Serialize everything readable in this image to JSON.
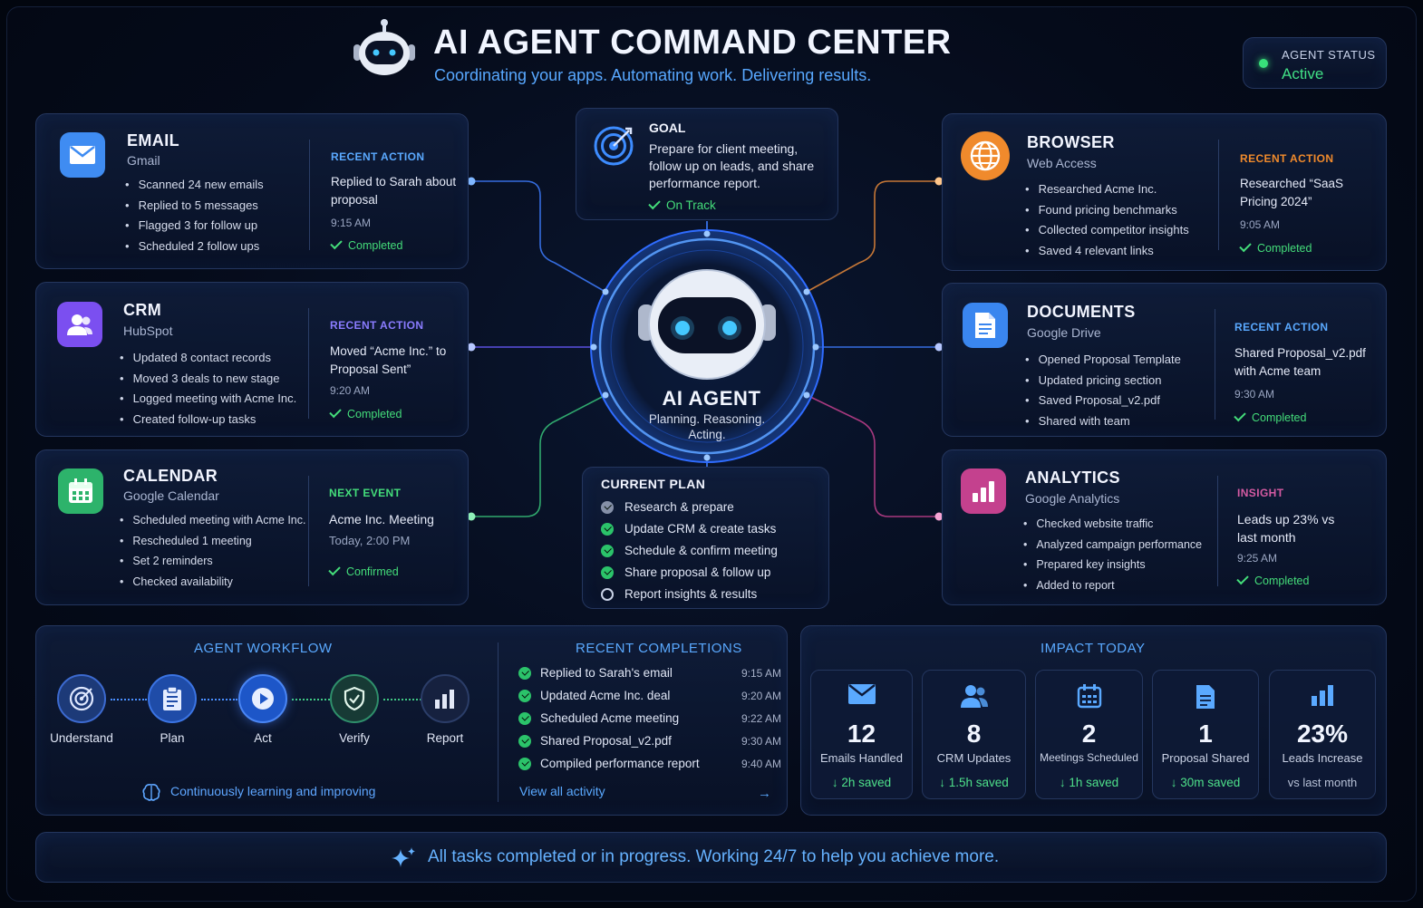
{
  "header": {
    "title": "AI AGENT COMMAND CENTER",
    "subtitle": "Coordinating your apps. Automating work. Delivering results.",
    "status_label": "AGENT STATUS",
    "status_value": "Active"
  },
  "goal": {
    "title": "GOAL",
    "text": "Prepare for client meeting, follow up on leads, and share performance report.",
    "status": "On Track"
  },
  "agent": {
    "title": "AI AGENT",
    "subtitle": "Planning. Reasoning. Acting."
  },
  "email": {
    "name": "EMAIL",
    "sub": "Gmail",
    "items": [
      "Scanned 24 new emails",
      "Replied to 5 messages",
      "Flagged 3 for follow up",
      "Scheduled 2 follow ups"
    ],
    "action_label": "RECENT ACTION",
    "action_text": "Replied to Sarah about proposal",
    "action_time": "9:15 AM",
    "action_status": "Completed"
  },
  "crm": {
    "name": "CRM",
    "sub": "HubSpot",
    "items": [
      "Updated 8 contact records",
      "Moved 3 deals to new stage",
      "Logged meeting with Acme Inc.",
      "Created follow-up tasks"
    ],
    "action_label": "RECENT ACTION",
    "action_text": "Moved “Acme Inc.” to Proposal Sent”",
    "action_time": "9:20 AM",
    "action_status": "Completed"
  },
  "calendar": {
    "name": "CALENDAR",
    "sub": "Google Calendar",
    "items": [
      "Scheduled meeting with Acme Inc.",
      "Rescheduled 1 meeting",
      "Set 2 reminders",
      "Checked availability"
    ],
    "action_label": "NEXT EVENT",
    "action_text": "Acme Inc. Meeting",
    "action_time": "Today, 2:00 PM",
    "action_status": "Confirmed"
  },
  "browser": {
    "name": "BROWSER",
    "sub": "Web Access",
    "items": [
      "Researched Acme Inc.",
      "Found pricing benchmarks",
      "Collected competitor insights",
      "Saved 4 relevant links"
    ],
    "action_label": "RECENT ACTION",
    "action_text": "Researched “SaaS Pricing 2024”",
    "action_time": "9:05 AM",
    "action_status": "Completed"
  },
  "documents": {
    "name": "DOCUMENTS",
    "sub": "Google Drive",
    "items": [
      "Opened Proposal Template",
      "Updated pricing section",
      "Saved Proposal_v2.pdf",
      "Shared with team"
    ],
    "action_label": "RECENT ACTION",
    "action_text": "Shared Proposal_v2.pdf with Acme team",
    "action_time": "9:30 AM",
    "action_status": "Completed"
  },
  "analytics": {
    "name": "ANALYTICS",
    "sub": "Google Analytics",
    "items": [
      "Checked website traffic",
      "Analyzed campaign performance",
      "Prepared key insights",
      "Added to report"
    ],
    "action_label": "INSIGHT",
    "action_text": "Leads up 23% vs last month",
    "action_time": "9:25 AM",
    "action_status": "Completed"
  },
  "plan": {
    "title": "CURRENT PLAN",
    "items": [
      "Research & prepare",
      "Update CRM & create tasks",
      "Schedule & confirm meeting",
      "Share proposal & follow up",
      "Report insights & results"
    ]
  },
  "workflow": {
    "title": "AGENT WORKFLOW",
    "steps": [
      "Understand",
      "Plan",
      "Act",
      "Verify",
      "Report"
    ],
    "note": "Continuously learning and improving"
  },
  "completions": {
    "title": "RECENT COMPLETIONS",
    "items": [
      {
        "text": "Replied to Sarah's email",
        "time": "9:15 AM"
      },
      {
        "text": "Updated Acme Inc. deal",
        "time": "9:20 AM"
      },
      {
        "text": "Scheduled Acme meeting",
        "time": "9:22 AM"
      },
      {
        "text": "Shared Proposal_v2.pdf",
        "time": "9:30 AM"
      },
      {
        "text": "Compiled performance report",
        "time": "9:40 AM"
      }
    ],
    "link": "View all activity"
  },
  "impact": {
    "title": "IMPACT TODAY",
    "cards": [
      {
        "value": "12",
        "label": "Emails Handled",
        "saved": "2h saved",
        "icon": "mail-icon"
      },
      {
        "value": "8",
        "label": "CRM Updates",
        "saved": "1.5h saved",
        "icon": "users-icon"
      },
      {
        "value": "2",
        "label": "Meetings Scheduled",
        "saved": "1h saved",
        "icon": "calendar-icon"
      },
      {
        "value": "1",
        "label": "Proposal Shared",
        "saved": "30m saved",
        "icon": "document-icon"
      },
      {
        "value": "23%",
        "label": "Leads Increase",
        "saved": "vs last month",
        "icon": "bar-chart-icon"
      }
    ]
  },
  "footer": {
    "text": "All tasks completed or in progress. Working 24/7 to help you achieve more."
  },
  "colors": {
    "accent": "#58a8ff",
    "success": "#44dd7a",
    "email": "#3f8cf2",
    "crm": "#7b4ff0",
    "calendar": "#2db36b",
    "browser": "#f08a2c",
    "documents": "#3a86ef",
    "analytics": "#c4418e"
  }
}
